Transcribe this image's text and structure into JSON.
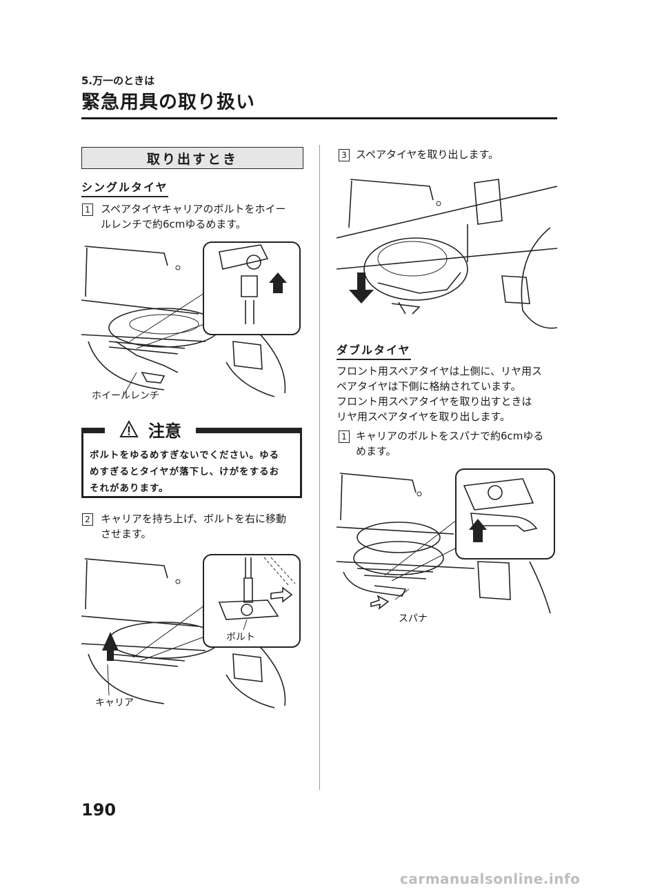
{
  "header": {
    "chapter": "5.万一のときは",
    "title": "緊急用具の取り扱い"
  },
  "left": {
    "section_title": "取り出すとき",
    "single_tire": {
      "heading": "シングルタイヤ",
      "step1": {
        "num": "1",
        "line1": "スペアタイヤキャリアのボルトをホイー",
        "line2": "ルレンチで約6cmゆるめます。"
      },
      "wrench_label": "ホイールレンチ"
    },
    "caution": {
      "title": "注意",
      "line1": "ボルトをゆるめすぎないでください。ゆる",
      "line2": "めすぎるとタイヤが落下し、けがをするお",
      "line3": "それがあります。"
    },
    "step2": {
      "num": "2",
      "line1": "キャリアを持ち上げ、ボルトを右に移動",
      "line2": "させます。"
    },
    "bolt_label": "ボルト",
    "carrier_label": "キャリア"
  },
  "right": {
    "step3": {
      "num": "3",
      "line1": "スペアタイヤを取り出します。"
    },
    "double_tire": {
      "heading": "ダブルタイヤ",
      "para1_line1": "フロント用スペアタイヤは上側に、リヤ用ス",
      "para1_line2": "ペアタイヤは下側に格納されています。",
      "para2_line1": "フロント用スペアタイヤを取り出すときは",
      "para2_line2": "リヤ用スペアタイヤを取り出します。",
      "step1": {
        "num": "1",
        "line1": "キャリアのボルトをスパナで約6cmゆる",
        "line2": "めます。"
      },
      "spanner_label": "スパナ"
    }
  },
  "footer": {
    "page_number": "190",
    "watermark": "carmanualsonline.info"
  },
  "colors": {
    "text": "#1a1a1a",
    "section_fill": "#e6e6e6",
    "watermark": "#bdbdbd"
  }
}
